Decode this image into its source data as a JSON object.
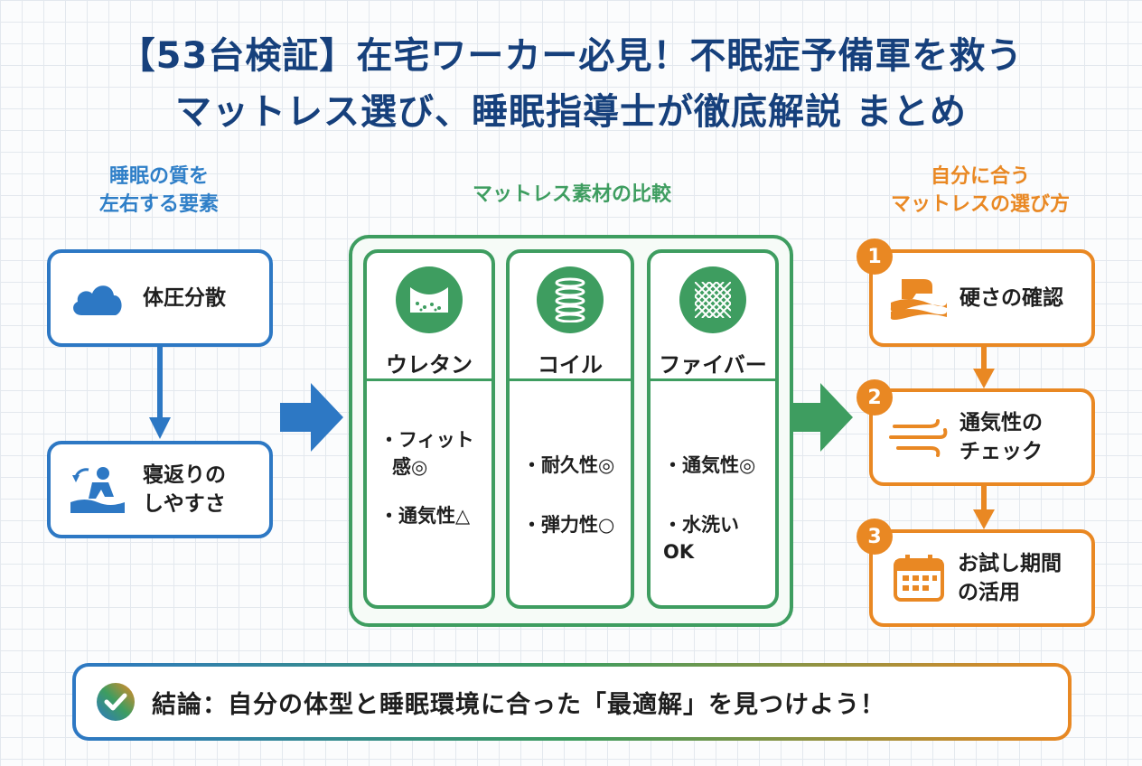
{
  "title": {
    "line1": "【53台検証】在宅ワーカー必見！不眠症予備軍を救う",
    "line2": "マットレス選び、睡眠指導士が徹底解説 まとめ"
  },
  "left": {
    "heading_line1": "睡眠の質を",
    "heading_line2": "左右する要素",
    "cards": [
      {
        "icon": "cloud-icon",
        "line1": "体圧分散",
        "line2": ""
      },
      {
        "icon": "turning-over-icon",
        "line1": "寝返りの",
        "line2": "しやすさ"
      }
    ]
  },
  "middle": {
    "heading": "マットレス素材の比較",
    "materials": [
      {
        "icon": "foam-icon",
        "name": "ウレタン",
        "props": [
          "・フィット",
          "感◎",
          "・通気性△"
        ]
      },
      {
        "icon": "coil-spring-icon",
        "name": "コイル",
        "props": [
          "・耐久性◎",
          "・弾力性○"
        ]
      },
      {
        "icon": "fiber-mesh-icon",
        "name": "ファイバー",
        "props": [
          "・通気性◎",
          "・水洗いOK"
        ]
      }
    ]
  },
  "right": {
    "heading_line1": "自分に合う",
    "heading_line2": "マットレスの選び方",
    "steps": [
      {
        "number": "1",
        "icon": "hand-pressing-icon",
        "line1": "硬さの確認",
        "line2": ""
      },
      {
        "number": "2",
        "icon": "airflow-icon",
        "line1": "通気性の",
        "line2": "チェック"
      },
      {
        "number": "3",
        "icon": "calendar-icon",
        "line1": "お試し期間",
        "line2": "の活用"
      }
    ]
  },
  "conclusion": {
    "icon": "check-circle-icon",
    "text": "結論：自分の体型と睡眠環境に合った「最適解」を見つけよう！"
  },
  "colors": {
    "title": "#16407c",
    "blue": "#2d78c4",
    "green": "#3e9d60",
    "orange": "#e98823"
  }
}
